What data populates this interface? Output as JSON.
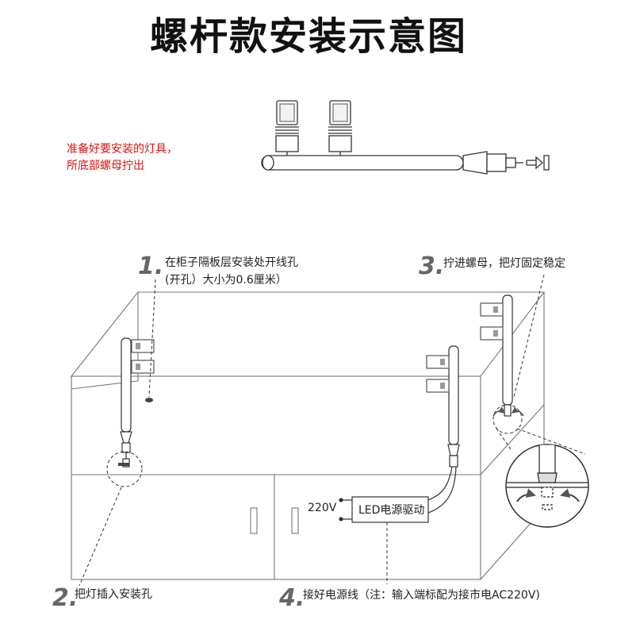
{
  "title": "螺杆款安装示意图",
  "prep_note": [
    "准备好要安装的灯具，",
    "所底部螺母拧出"
  ],
  "steps": [
    {
      "num": "1.",
      "lines": [
        "在柜子隔板层安装处开线孔",
        "(开孔）大小为0.6厘米）"
      ]
    },
    {
      "num": "2.",
      "lines": [
        "把灯插入安装孔"
      ]
    },
    {
      "num": "3.",
      "lines": [
        "拧进螺母，把灯固定稳定"
      ]
    },
    {
      "num": "4.",
      "lines": [
        "接好电源线（注：输入端标配为接市电AC220V)"
      ]
    }
  ],
  "driver_label": "LED电源驱动",
  "voltage_label": "220V"
}
